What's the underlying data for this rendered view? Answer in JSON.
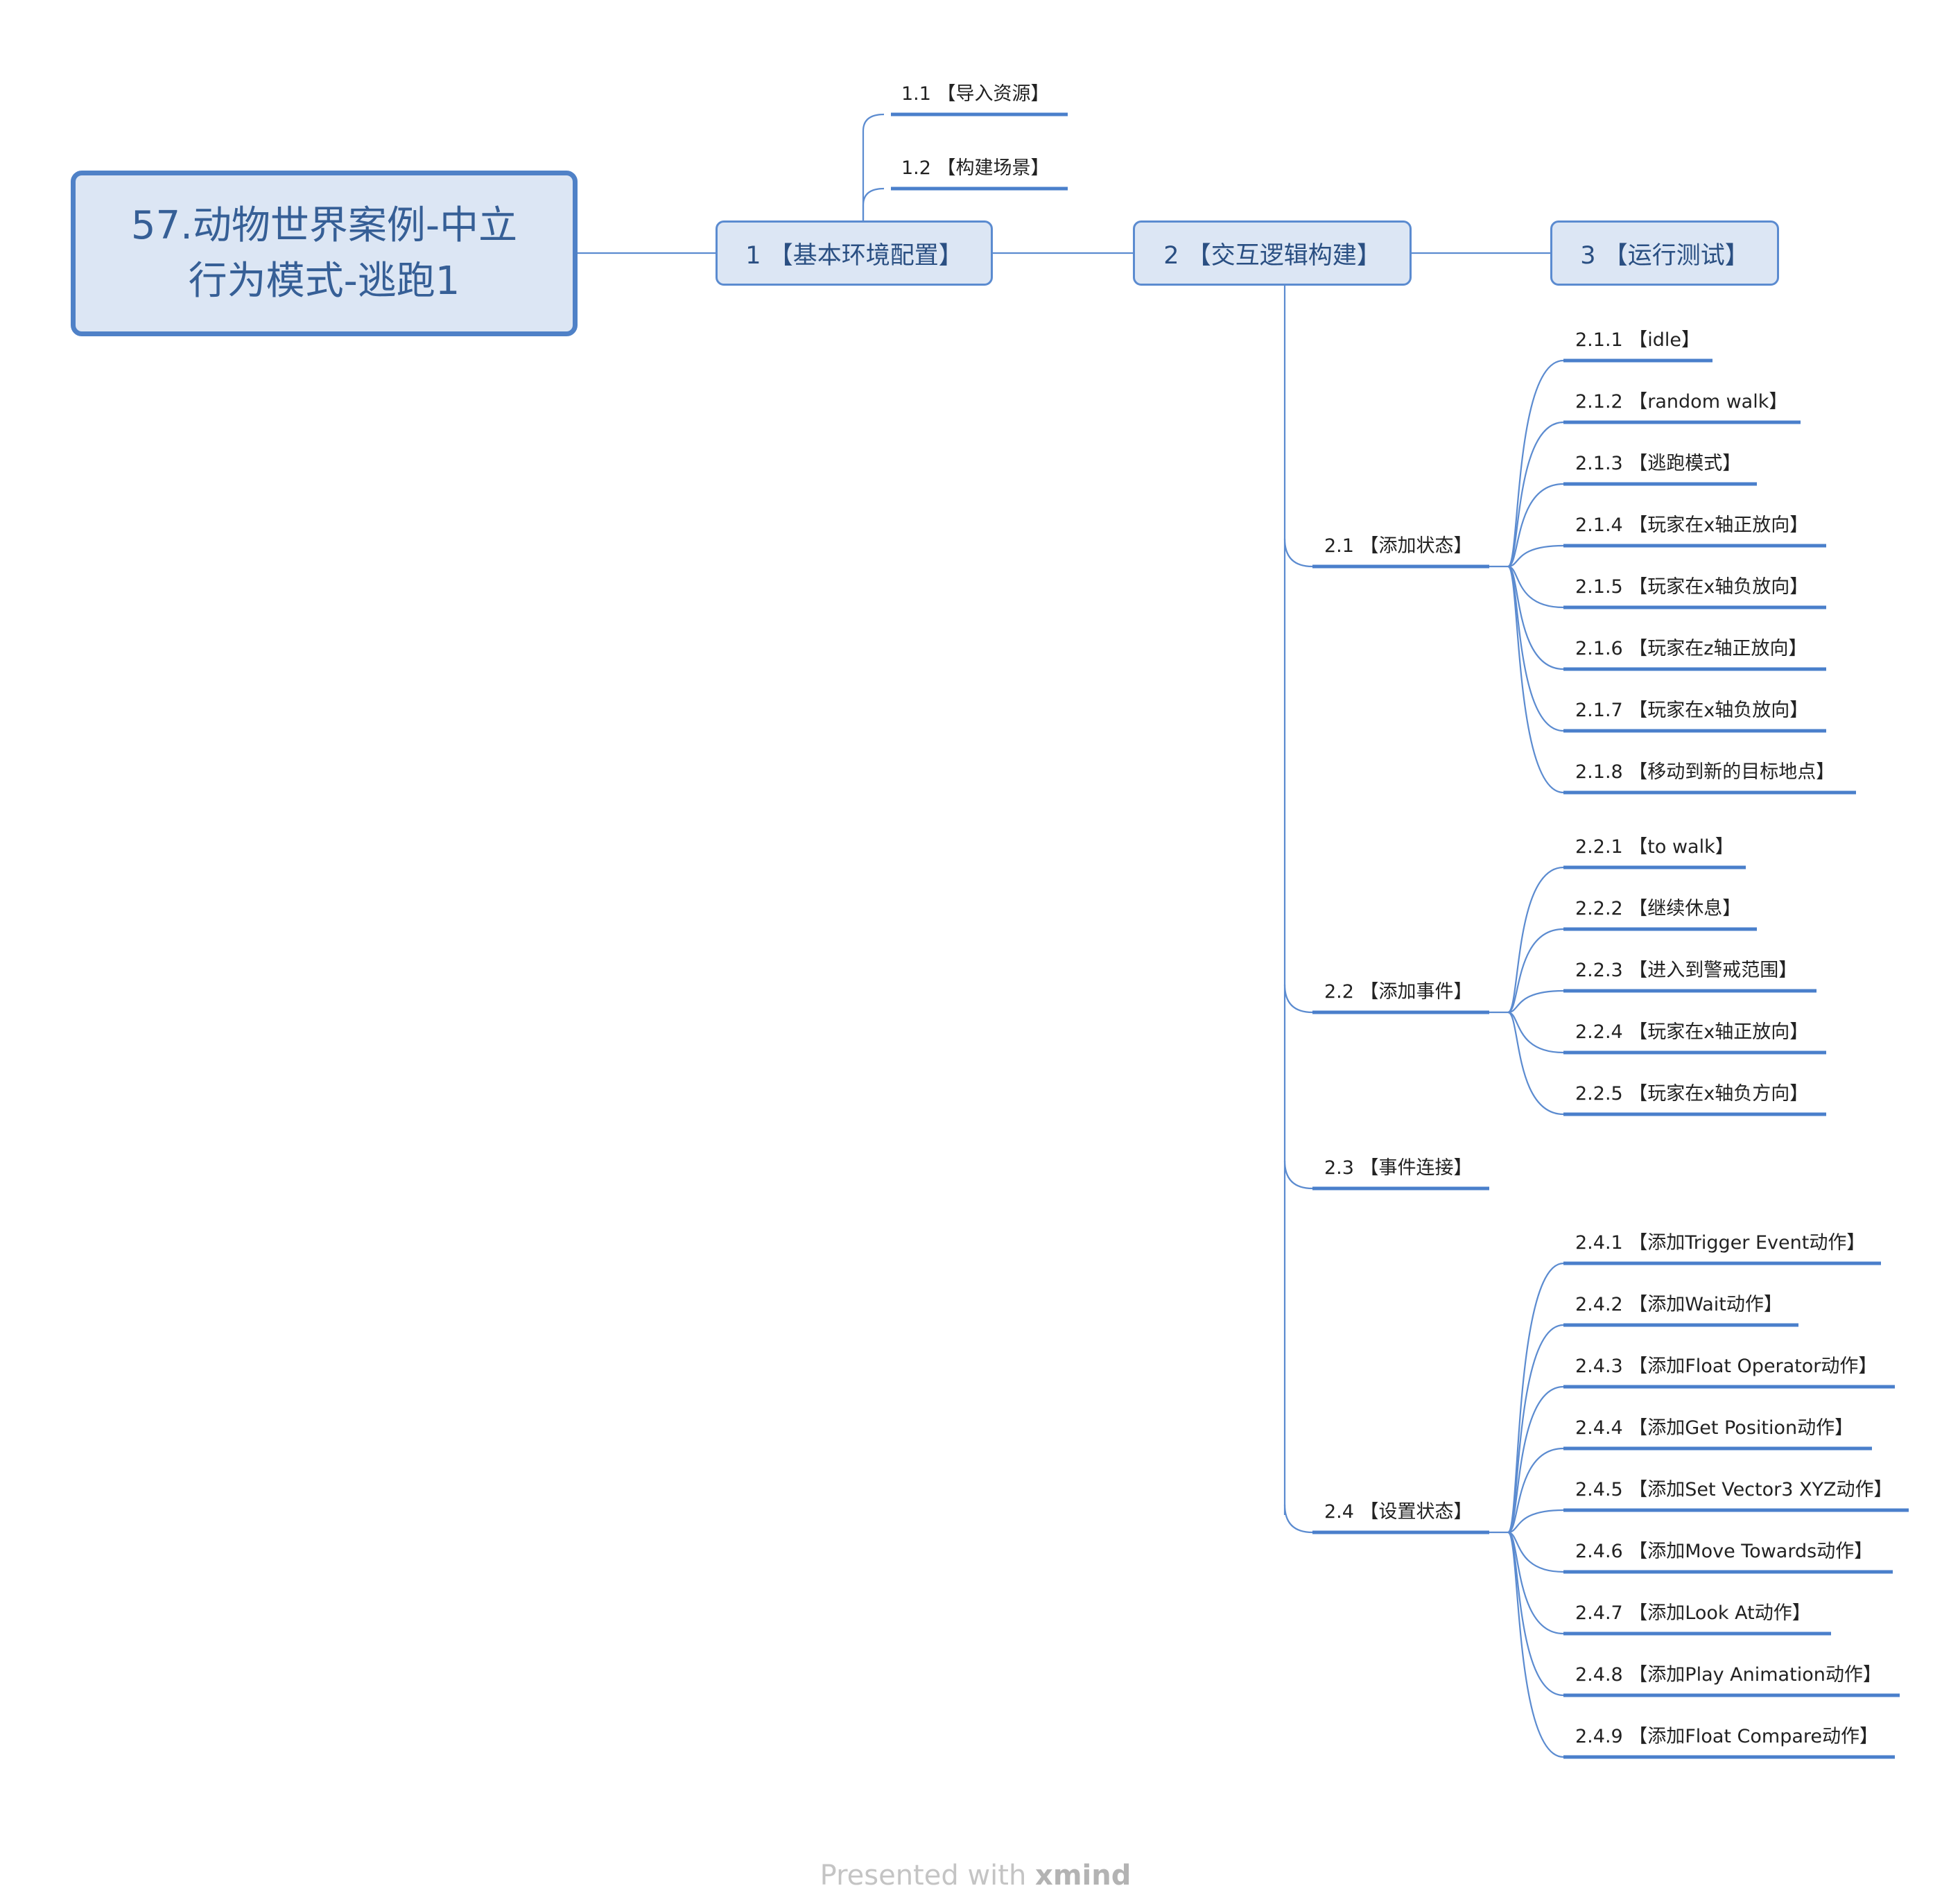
{
  "root": {
    "title": "57.动物世界案例-中立\n行为模式-逃跑1"
  },
  "main": [
    {
      "label": "1 【基本环境配置】"
    },
    {
      "label": "2 【交互逻辑构建】"
    },
    {
      "label": "3 【运行测试】"
    }
  ],
  "branch1": [
    {
      "label": "1.1 【导入资源】"
    },
    {
      "label": "1.2 【构建场景】"
    }
  ],
  "branch2": [
    {
      "label": "2.1 【添加状态】"
    },
    {
      "label": "2.2 【添加事件】"
    },
    {
      "label": "2.3 【事件连接】"
    },
    {
      "label": "2.4 【设置状态】"
    }
  ],
  "leaves21": [
    {
      "label": "2.1.1 【idle】"
    },
    {
      "label": "2.1.2 【random walk】"
    },
    {
      "label": "2.1.3 【逃跑模式】"
    },
    {
      "label": "2.1.4 【玩家在x轴正放向】"
    },
    {
      "label": "2.1.5 【玩家在x轴负放向】"
    },
    {
      "label": "2.1.6 【玩家在z轴正放向】"
    },
    {
      "label": "2.1.7 【玩家在x轴负放向】"
    },
    {
      "label": "2.1.8 【移动到新的目标地点】"
    }
  ],
  "leaves22": [
    {
      "label": "2.2.1 【to walk】"
    },
    {
      "label": "2.2.2 【继续休息】"
    },
    {
      "label": "2.2.3 【进入到警戒范围】"
    },
    {
      "label": "2.2.4 【玩家在x轴正放向】"
    },
    {
      "label": "2.2.5 【玩家在x轴负方向】"
    }
  ],
  "leaves24": [
    {
      "label": "2.4.1 【添加Trigger Event动作】"
    },
    {
      "label": "2.4.2 【添加Wait动作】"
    },
    {
      "label": "2.4.3 【添加Float Operator动作】"
    },
    {
      "label": "2.4.4 【添加Get Position动作】"
    },
    {
      "label": "2.4.5 【添加Set Vector3 XYZ动作】"
    },
    {
      "label": "2.4.6 【添加Move Towards动作】"
    },
    {
      "label": "2.4.7 【添加Look At动作】"
    },
    {
      "label": "2.4.8 【添加Play Animation动作】"
    },
    {
      "label": "2.4.9 【添加Float Compare动作】"
    }
  ],
  "footer": {
    "prefix": "Presented with ",
    "brand": "xmind"
  },
  "colors": {
    "accent": "#4f81c7",
    "box_fill": "#dce6f4",
    "title_text": "#365f96"
  }
}
